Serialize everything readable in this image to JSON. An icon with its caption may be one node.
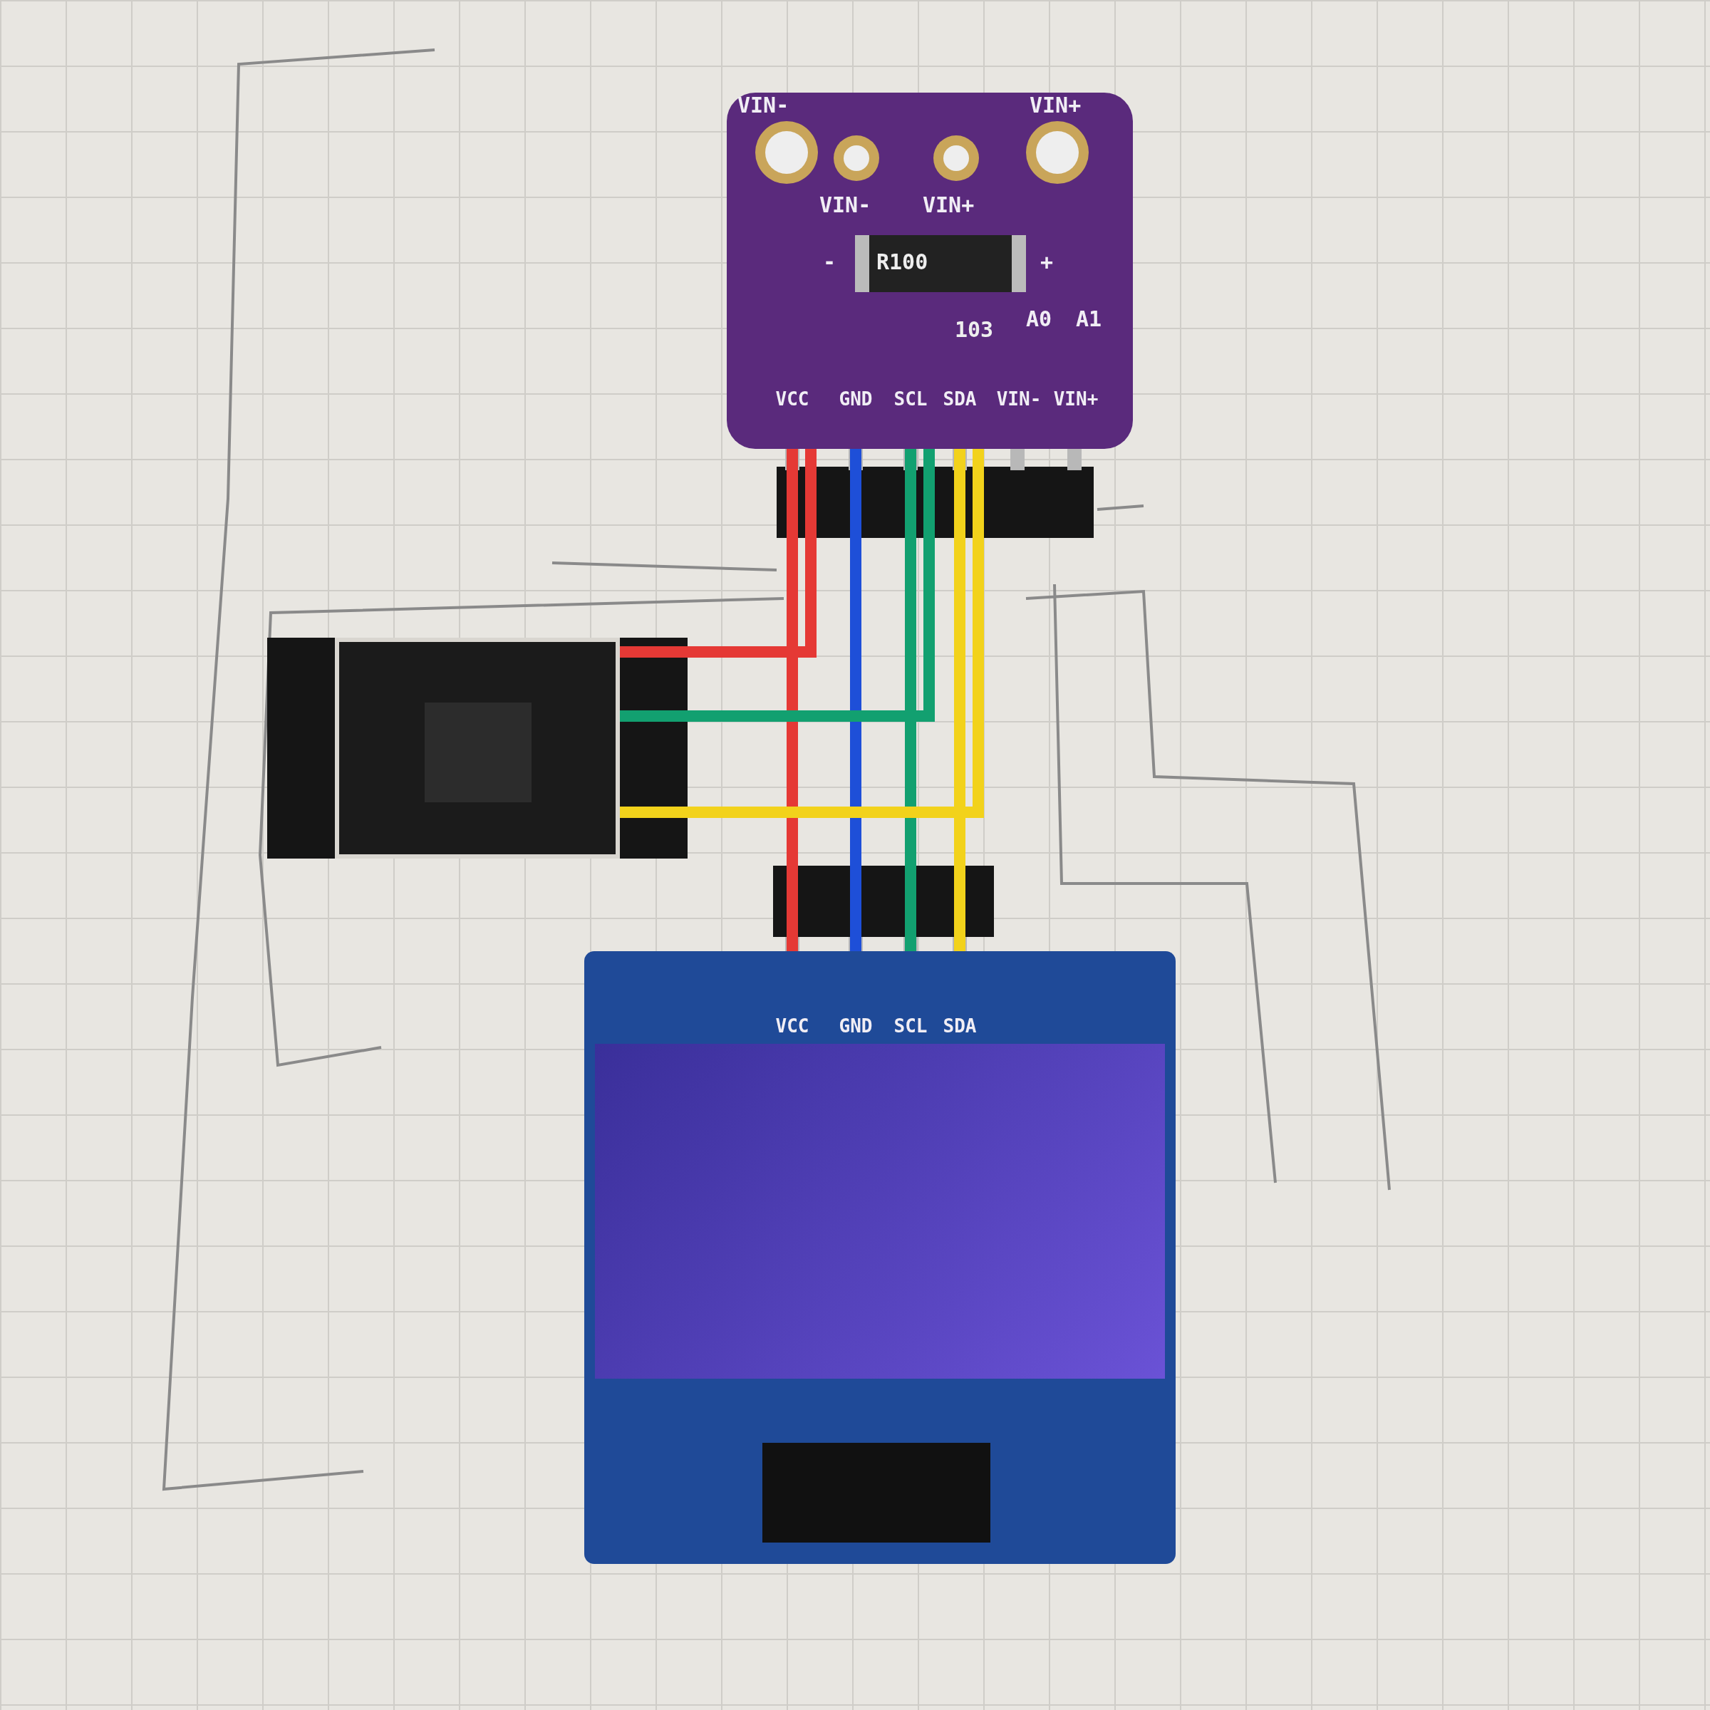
{
  "diagram": {
    "nodes": [
      {
        "text": [],
        "shape": "box"
      },
      {
        "text": [
          "VCC"
        ],
        "in": 0
      },
      {
        "text": [
          "GND"
        ],
        "in": 0
      },
      {
        "text": [
          "SCL"
        ],
        "in": 0
      },
      {
        "text": [
          "SDA"
        ],
        "in": 0
      },
      {
        "text": [
          "VIN-"
        ],
        "in": 0
      },
      {
        "text": [
          "VIN+"
        ],
        "in": 0
      },
      {
        "text": [],
        "shape": "box"
      },
      {
        "text": [],
        "shape": "box"
      },
      {
        "text": [
          "VCC"
        ],
        "in": 8
      },
      {
        "text": [
          "GND"
        ],
        "in": 8
      },
      {
        "text": [
          "SCL"
        ],
        "in": 8
      },
      {
        "text": [
          "SDA"
        ],
        "in": 8
      }
    ],
    "edges": [
      {
        "from": 1,
        "to": 9,
        "arrow": "none",
        "color": "#e53935"
      },
      {
        "from": 2,
        "to": 10,
        "arrow": "none",
        "color": "#1e4fd8"
      },
      {
        "from": 3,
        "to": 11,
        "arrow": "none",
        "color": "#12a070"
      },
      {
        "from": 4,
        "to": 12,
        "arrow": "none",
        "color": "#f2d21b"
      },
      {
        "from": 7,
        "to": 1,
        "arrow": "none",
        "color": "#e53935"
      },
      {
        "from": 7,
        "to": 3,
        "arrow": "none",
        "color": "#12a070"
      },
      {
        "from": 7,
        "to": 4,
        "arrow": "none",
        "color": "#f2d21b"
      }
    ],
    "labels": [
      "VIN-",
      "VIN+",
      "VIN-",
      "VIN+",
      "-",
      "R100",
      "+",
      "103",
      "A0",
      "A1"
    ]
  }
}
